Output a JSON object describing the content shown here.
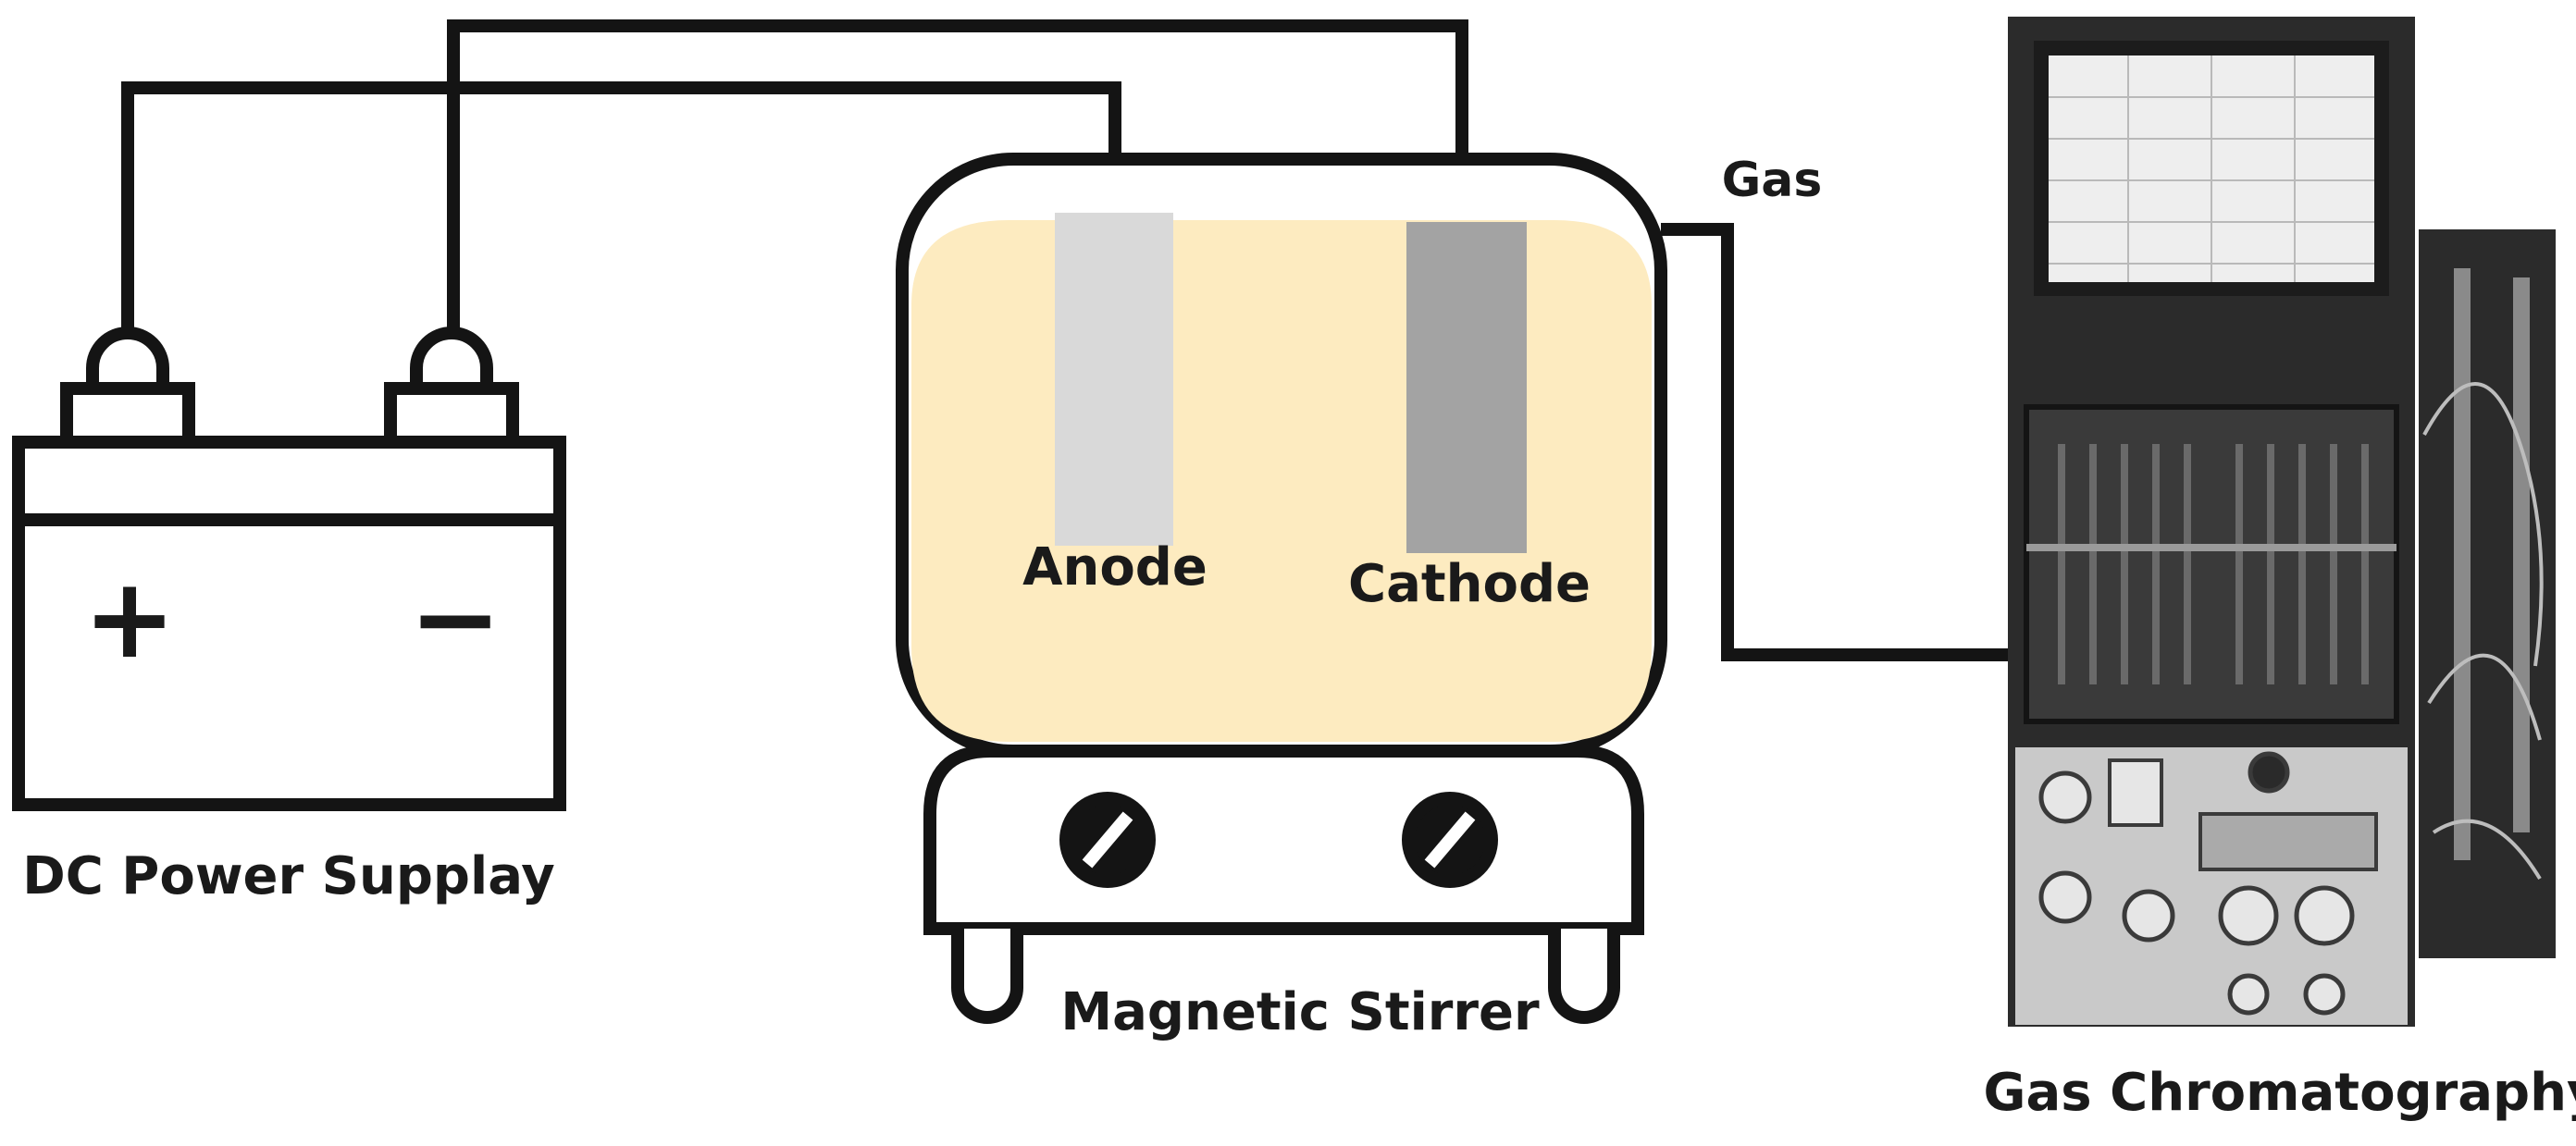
{
  "labels": {
    "power_supply": "DC Power Supplay",
    "anode": "Anode",
    "cathode": "Cathode",
    "gas": "Gas",
    "stirrer": "Magnetic Stirrer",
    "chromatograph": "Gas Chromatography"
  },
  "battery": {
    "positive_symbol": "+",
    "negative_symbol": "−"
  },
  "colors": {
    "line": "#141414",
    "electrolyte": "#fdebc0",
    "anode": "#d9d9d9",
    "cathode": "#a3a3a3",
    "instrument_body": "#2a2a2a",
    "instrument_panel": "#c9c9c9"
  }
}
